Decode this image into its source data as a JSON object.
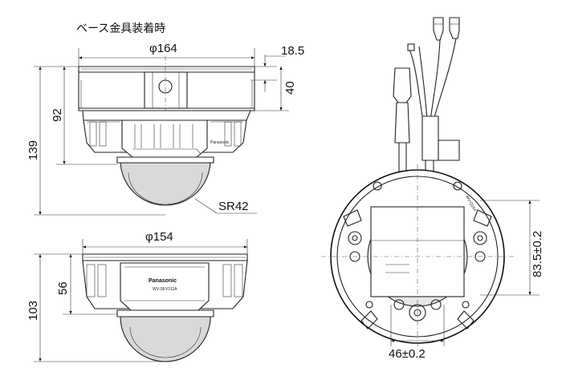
{
  "caption": "ベース金具装着時",
  "top_view": {
    "width_label": "φ164",
    "step_label": "18.5",
    "base_height_label": "40",
    "body_height_label": "92",
    "total_height_label": "139",
    "radius_label": "SR42"
  },
  "bottom_view": {
    "width_label": "φ154",
    "body_height_label": "56",
    "total_height_label": "103",
    "brand_text": "Panasonic",
    "model_text": "WV-SFV311A"
  },
  "right_view": {
    "vertical_pitch_label": "83.5±0.2",
    "horizontal_pitch_label": "46±0.2",
    "plate_label": "WV-Q164"
  }
}
